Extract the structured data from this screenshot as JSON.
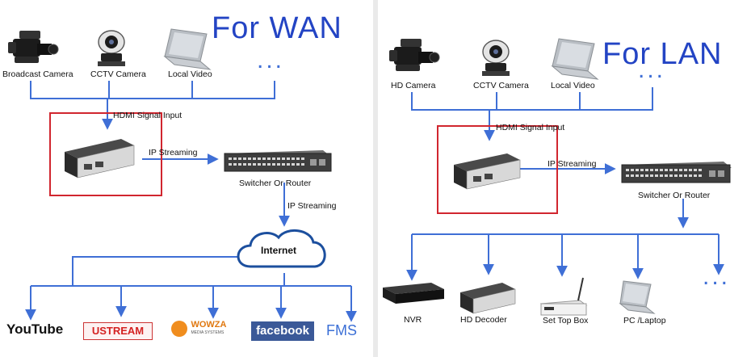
{
  "colors": {
    "line": "#3f6fd6",
    "accent_box": "#d1262f",
    "title": "#2344c4"
  },
  "wan": {
    "title": "For WAN",
    "sources": [
      {
        "label": "Broadcast Camera",
        "icon": "broadcast-camera-icon"
      },
      {
        "label": "CCTV Camera",
        "icon": "webcam-icon"
      },
      {
        "label": "Local Video",
        "icon": "laptop-icon"
      },
      {
        "label": "...",
        "icon": "more-icon"
      }
    ],
    "input_label": "HDMI Signal Input",
    "stream_label_1": "IP Streaming",
    "switch_label": "Switcher Or Router",
    "stream_label_2": "IP Streaming",
    "cloud_label": "Internet",
    "destinations": [
      {
        "label": "YouTube"
      },
      {
        "label": "USTREAM"
      },
      {
        "label": "WOWZA",
        "sub": "MEDIA SYSTEMS"
      },
      {
        "label": "facebook"
      },
      {
        "label": "FMS"
      }
    ]
  },
  "lan": {
    "title": "For LAN",
    "sources": [
      {
        "label": "HD Camera",
        "icon": "hd-camera-icon"
      },
      {
        "label": "CCTV Camera",
        "icon": "webcam-icon"
      },
      {
        "label": "Local Video",
        "icon": "laptop-icon"
      },
      {
        "label": "...",
        "icon": "more-icon"
      }
    ],
    "input_label": "HDMI Signal Input",
    "stream_label": "IP Streaming",
    "switch_label": "Switcher Or Router",
    "destinations": [
      {
        "label": "NVR",
        "icon": "nvr-icon"
      },
      {
        "label": "HD Decoder",
        "icon": "decoder-icon"
      },
      {
        "label": "Set Top Box",
        "icon": "set-top-box-icon"
      },
      {
        "label": "PC /Laptop",
        "icon": "pc-laptop-icon"
      },
      {
        "label": "...",
        "icon": "more-icon"
      }
    ]
  }
}
